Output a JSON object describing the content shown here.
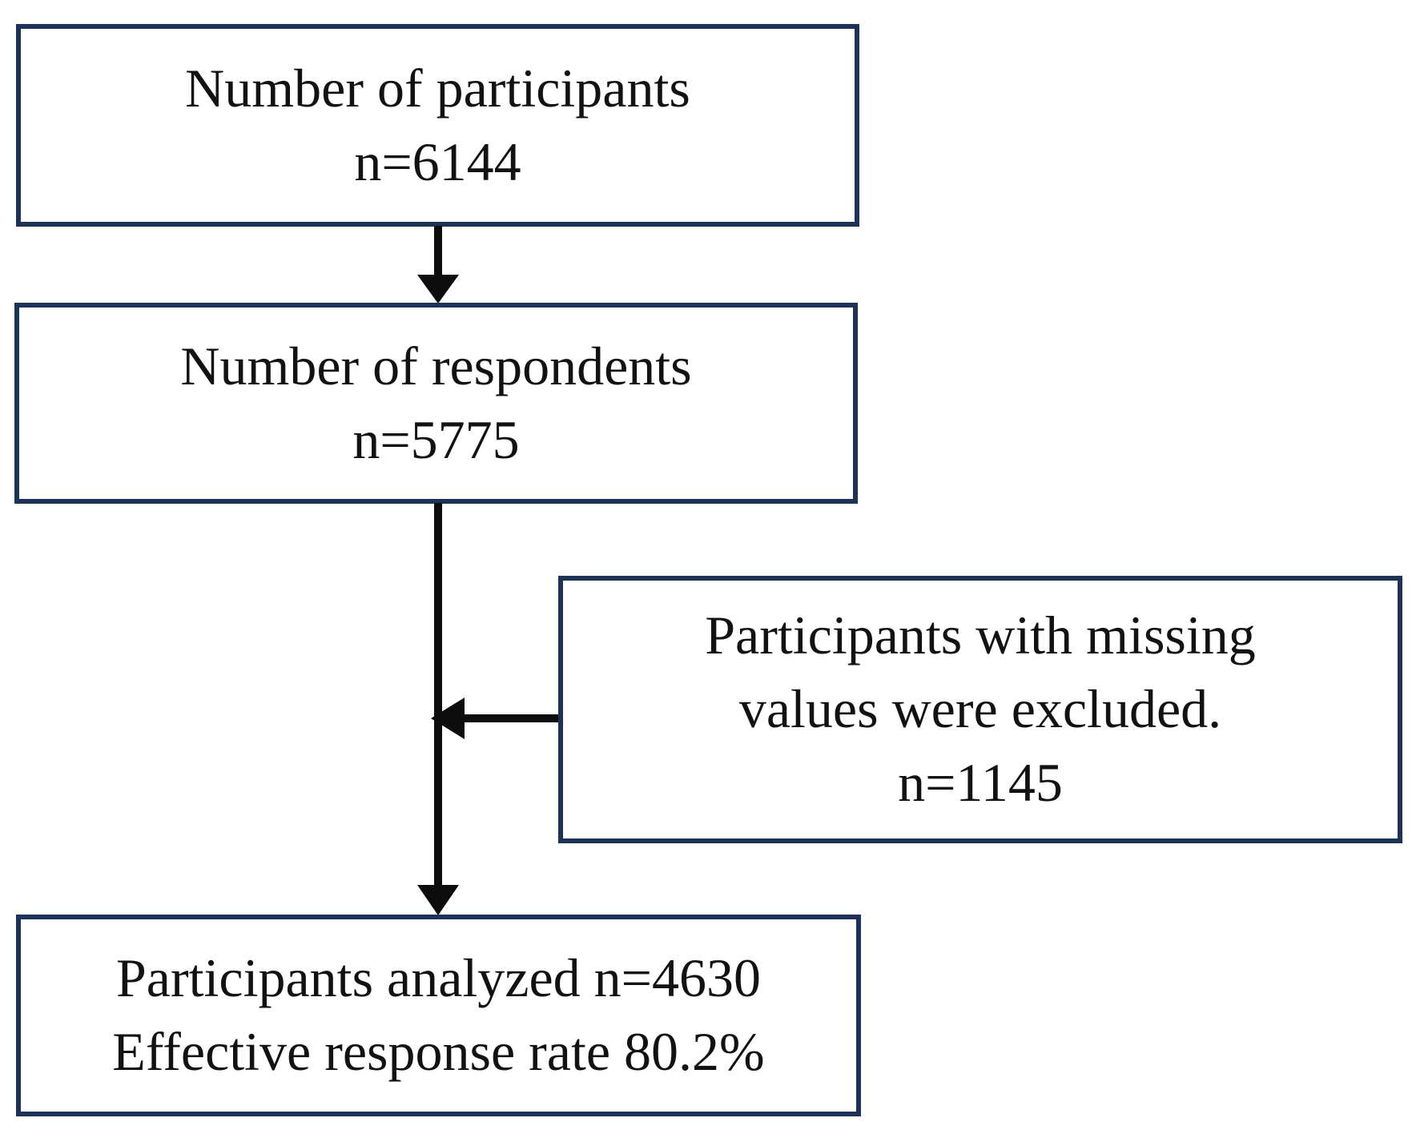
{
  "colors": {
    "box_border": "#1c3357",
    "arrow": "#0d0d0d",
    "text": "#121212",
    "background": "#ffffff"
  },
  "boxes": {
    "participants": {
      "line1": "Number of participants",
      "line2": "n=6144"
    },
    "respondents": {
      "line1": "Number of respondents",
      "line2": "n=5775"
    },
    "excluded": {
      "line1": "Participants with missing",
      "line2": "values were excluded.",
      "line3": "n=1145"
    },
    "analyzed": {
      "line1": "Participants analyzed n=4630",
      "line2": "Effective response rate 80.2%"
    }
  }
}
